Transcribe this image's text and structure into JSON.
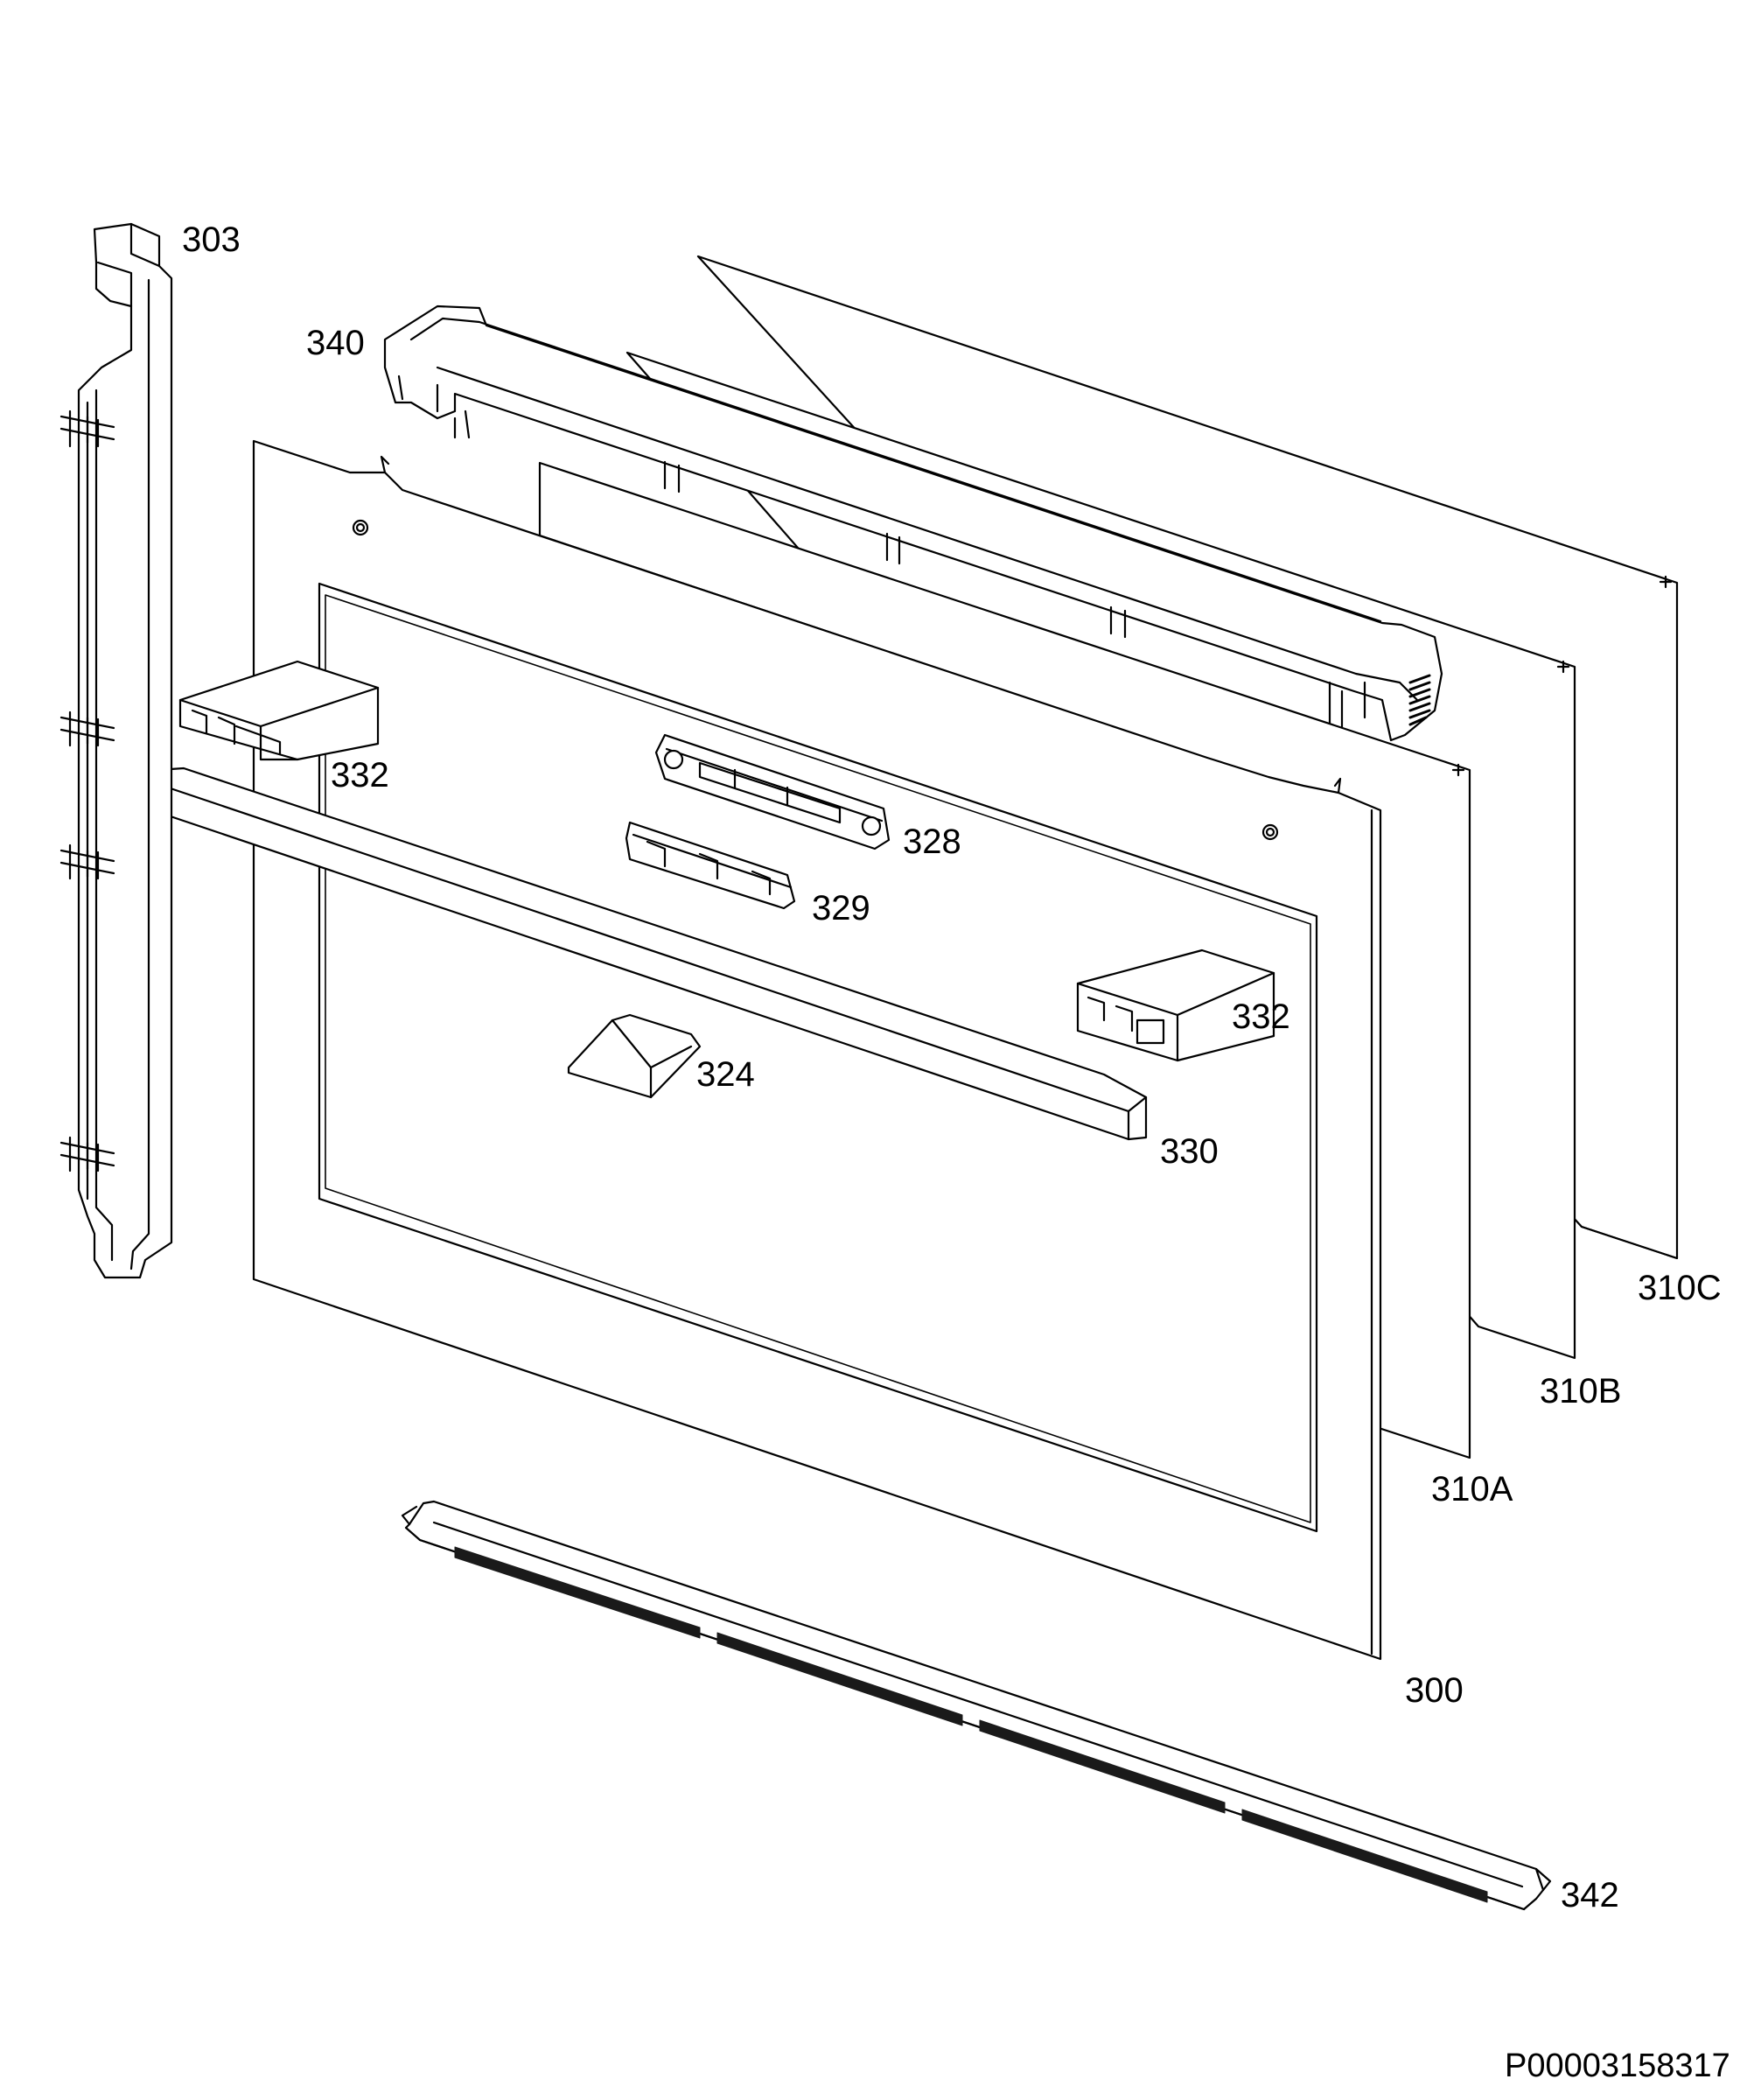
{
  "diagram": {
    "labels": {
      "p303": "303",
      "p340": "340",
      "p332a": "332",
      "p328": "328",
      "p329": "329",
      "p332b": "332",
      "p324": "324",
      "p330": "330",
      "p310c": "310C",
      "p310b": "310B",
      "p310a": "310A",
      "p300": "300",
      "p342": "342"
    },
    "drawing_code": "P00003158317",
    "colors": {
      "line": "#000000",
      "fill": "#ffffff",
      "dark": "#1a1a1a"
    }
  }
}
